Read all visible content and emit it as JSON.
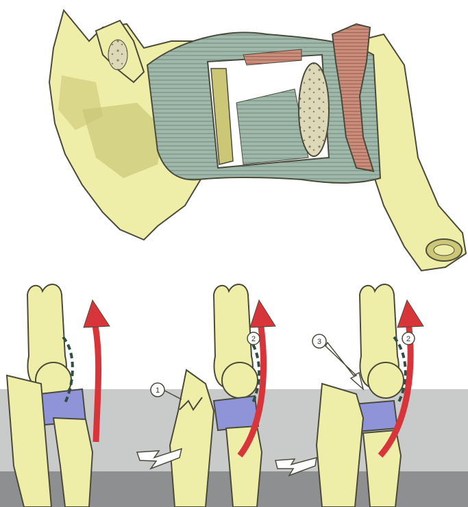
{
  "colors": {
    "bone": "#efeea8",
    "bone_shade": "#cbc777",
    "bone_outline": "#4a4a3a",
    "ligament": "#9fb8aa",
    "ligament_line": "#5f7d70",
    "muscle": "#c98c7a",
    "cartilage": "#8f93d8",
    "red_arrow": "#d8353a",
    "dashed_line": "#2f4f44",
    "floor_light": "#c9cbcb",
    "floor_dark": "#8d8f90",
    "white_arrow": "#ffffff"
  },
  "callouts": [
    {
      "id": "1",
      "label": "1"
    },
    {
      "id": "2",
      "label": "2"
    },
    {
      "id": "3",
      "label": "3"
    },
    {
      "id": "4",
      "label": "2"
    }
  ]
}
